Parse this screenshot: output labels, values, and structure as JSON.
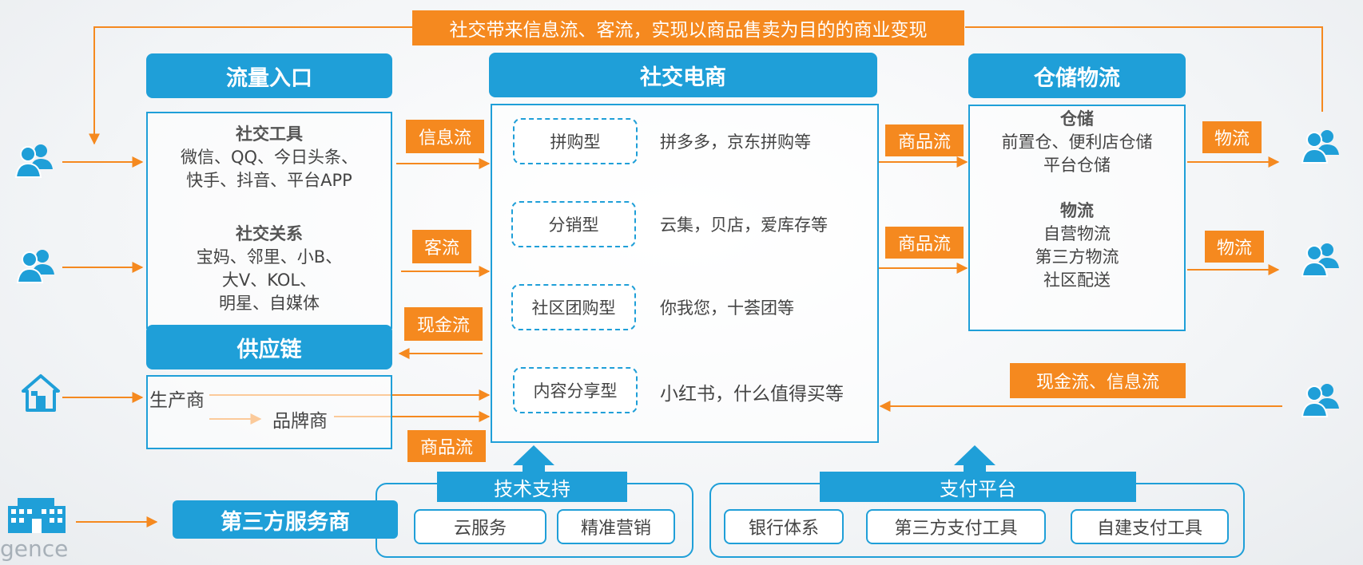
{
  "top_banner": "社交带来信息流、客流，实现以商品售卖为目的的商业变现",
  "traffic": {
    "title": "流量入口",
    "tools_title": "社交工具",
    "tools_line1": "微信、QQ、今日头条、",
    "tools_line2": "快手、抖音、平台APP",
    "relations_title": "社交关系",
    "relations_line1": "宝妈、邻里、小B、",
    "relations_line2": "大V、KOL、",
    "relations_line3": "明星、自媒体"
  },
  "supply": {
    "title": "供应链",
    "producer": "生产商",
    "brand": "品牌商"
  },
  "social_ecommerce": {
    "title": "社交电商",
    "types": [
      {
        "name": "拼购型",
        "examples": "拼多多，京东拼购等"
      },
      {
        "name": "分销型",
        "examples": "云集，贝店，爱库存等"
      },
      {
        "name": "社区团购型",
        "examples": "你我您，十荟团等"
      },
      {
        "name": "内容分享型",
        "examples": "小红书，什么值得买等"
      }
    ]
  },
  "warehouse": {
    "title": "仓储物流",
    "storage_title": "仓储",
    "storage_line1": "前置仓、便利店仓储",
    "storage_line2": "平台仓储",
    "logistics_title": "物流",
    "logistics_line1": "自营物流",
    "logistics_line2": "第三方物流",
    "logistics_line3": "社区配送"
  },
  "flow_tags": {
    "info": "信息流",
    "customer": "客流",
    "cash": "现金流",
    "goods_bottom": "商品流",
    "goods_1": "商品流",
    "goods_2": "商品流",
    "logistics_1": "物流",
    "logistics_2": "物流",
    "cash_info": "现金流、信息流"
  },
  "third_party": {
    "title": "第三方服务商",
    "tech": {
      "title": "技术支持",
      "items": [
        "云服务",
        "精准营销"
      ]
    },
    "payment": {
      "title": "支付平台",
      "items": [
        "银行体系",
        "第三方支付工具",
        "自建支付工具"
      ]
    }
  },
  "watermark": "gence",
  "colors": {
    "blue": "#1f9fd8",
    "orange": "#f5891f"
  },
  "icons": [
    "users-icon",
    "house-icon",
    "building-icon"
  ]
}
